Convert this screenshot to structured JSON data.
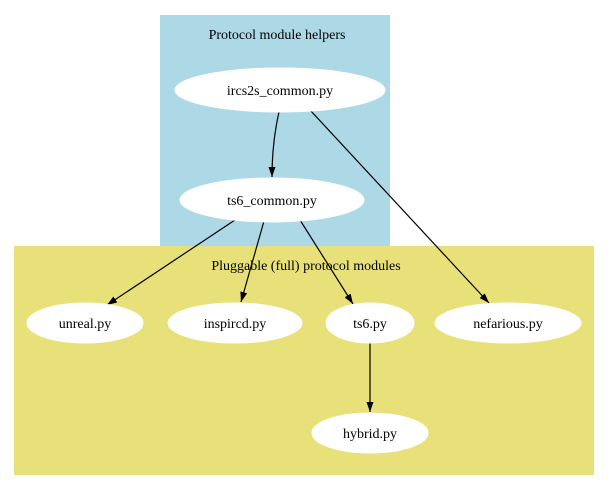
{
  "diagram": {
    "clusters": {
      "helpers": {
        "label": "Protocol module helpers",
        "color": "#add8e6"
      },
      "pluggable": {
        "label": "Pluggable (full) protocol modules",
        "color": "#e8e078"
      }
    },
    "node_fill": "#ffffff",
    "edge_color": "#000000",
    "text_color": "#000000",
    "nodes": {
      "ircs2s_common": {
        "label": "ircs2s_common.py"
      },
      "ts6_common": {
        "label": "ts6_common.py"
      },
      "unreal": {
        "label": "unreal.py"
      },
      "inspircd": {
        "label": "inspircd.py"
      },
      "ts6": {
        "label": "ts6.py"
      },
      "nefarious": {
        "label": "nefarious.py"
      },
      "hybrid": {
        "label": "hybrid.py"
      }
    },
    "edges": [
      {
        "from": "ircs2s_common.py",
        "to": "ts6_common.py"
      },
      {
        "from": "ircs2s_common.py",
        "to": "nefarious.py"
      },
      {
        "from": "ts6_common.py",
        "to": "unreal.py"
      },
      {
        "from": "ts6_common.py",
        "to": "inspircd.py"
      },
      {
        "from": "ts6_common.py",
        "to": "ts6.py"
      },
      {
        "from": "ts6.py",
        "to": "hybrid.py"
      }
    ]
  }
}
